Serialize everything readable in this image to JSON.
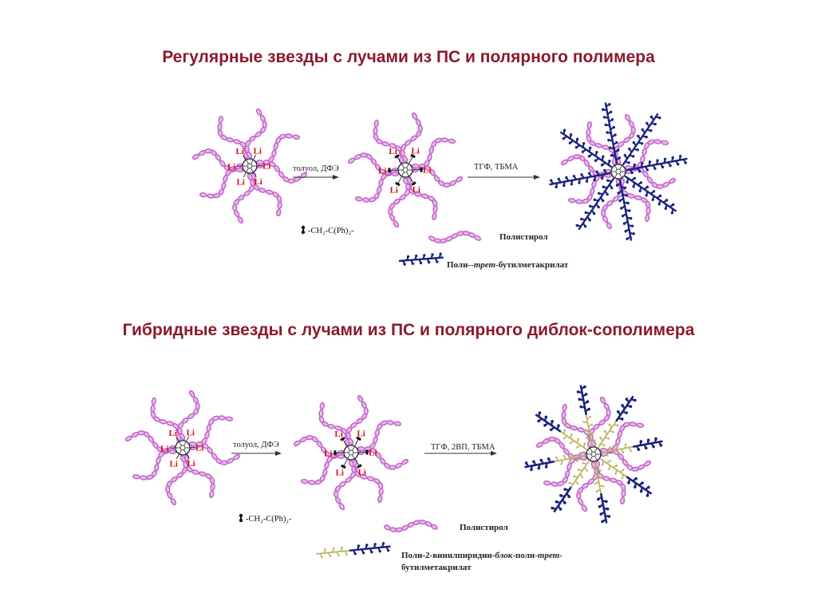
{
  "titles": {
    "regular": "Регулярные звезды с лучами из ПС и полярного полимера",
    "hybrid": "Гибридные звезды с лучами из ПС и полярного диблок-сополимера"
  },
  "top": {
    "step1": "толуол, ДФЭ",
    "step2": "ТГФ,  ТБМА",
    "li": "Li",
    "formula": "-CH₂-C(Ph)₂-",
    "legend_ps": "Полистирол",
    "legend_polar_a": "Поли--",
    "legend_polar_b": "трет",
    "legend_polar_c": "-бутилметакрилат"
  },
  "bottom": {
    "step1": "толуол, ДФЭ",
    "step2": "ТГФ, 2ВП, ТБМА",
    "li": "Li",
    "formula": "-CH₂-C(Ph)₂-",
    "legend_ps": "Полистирол",
    "legend_block_a": "Поли-2-винилпиридин-",
    "legend_block_b": "блок",
    "legend_block_c": "-поли-",
    "legend_block_d": "трет",
    "legend_block_e": "-",
    "legend_block_f": "бутилметакрилат"
  },
  "colors": {
    "polystyrene": "#c060c8",
    "polar": "#1a237e",
    "vinylpyridine": "#b8b860",
    "lithium": "#d01010",
    "title": "#8b1a2b"
  }
}
